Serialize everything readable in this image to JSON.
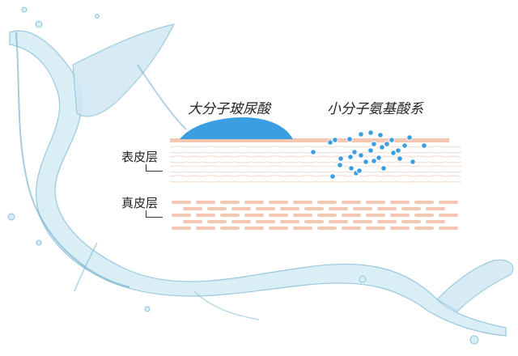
{
  "labels": {
    "large_molecule": "大分子玻尿酸",
    "small_molecule": "小分子氨基酸系",
    "epidermis": "表皮层",
    "dermis": "真皮层"
  },
  "colors": {
    "molecule_blue": "#3a9ee0",
    "skin_stripe": "#f4c7b2",
    "epidermis_line": "#f1d9cc",
    "water": "#bfe0ef"
  },
  "icons": {
    "water_splash": "water-splash-icon"
  }
}
